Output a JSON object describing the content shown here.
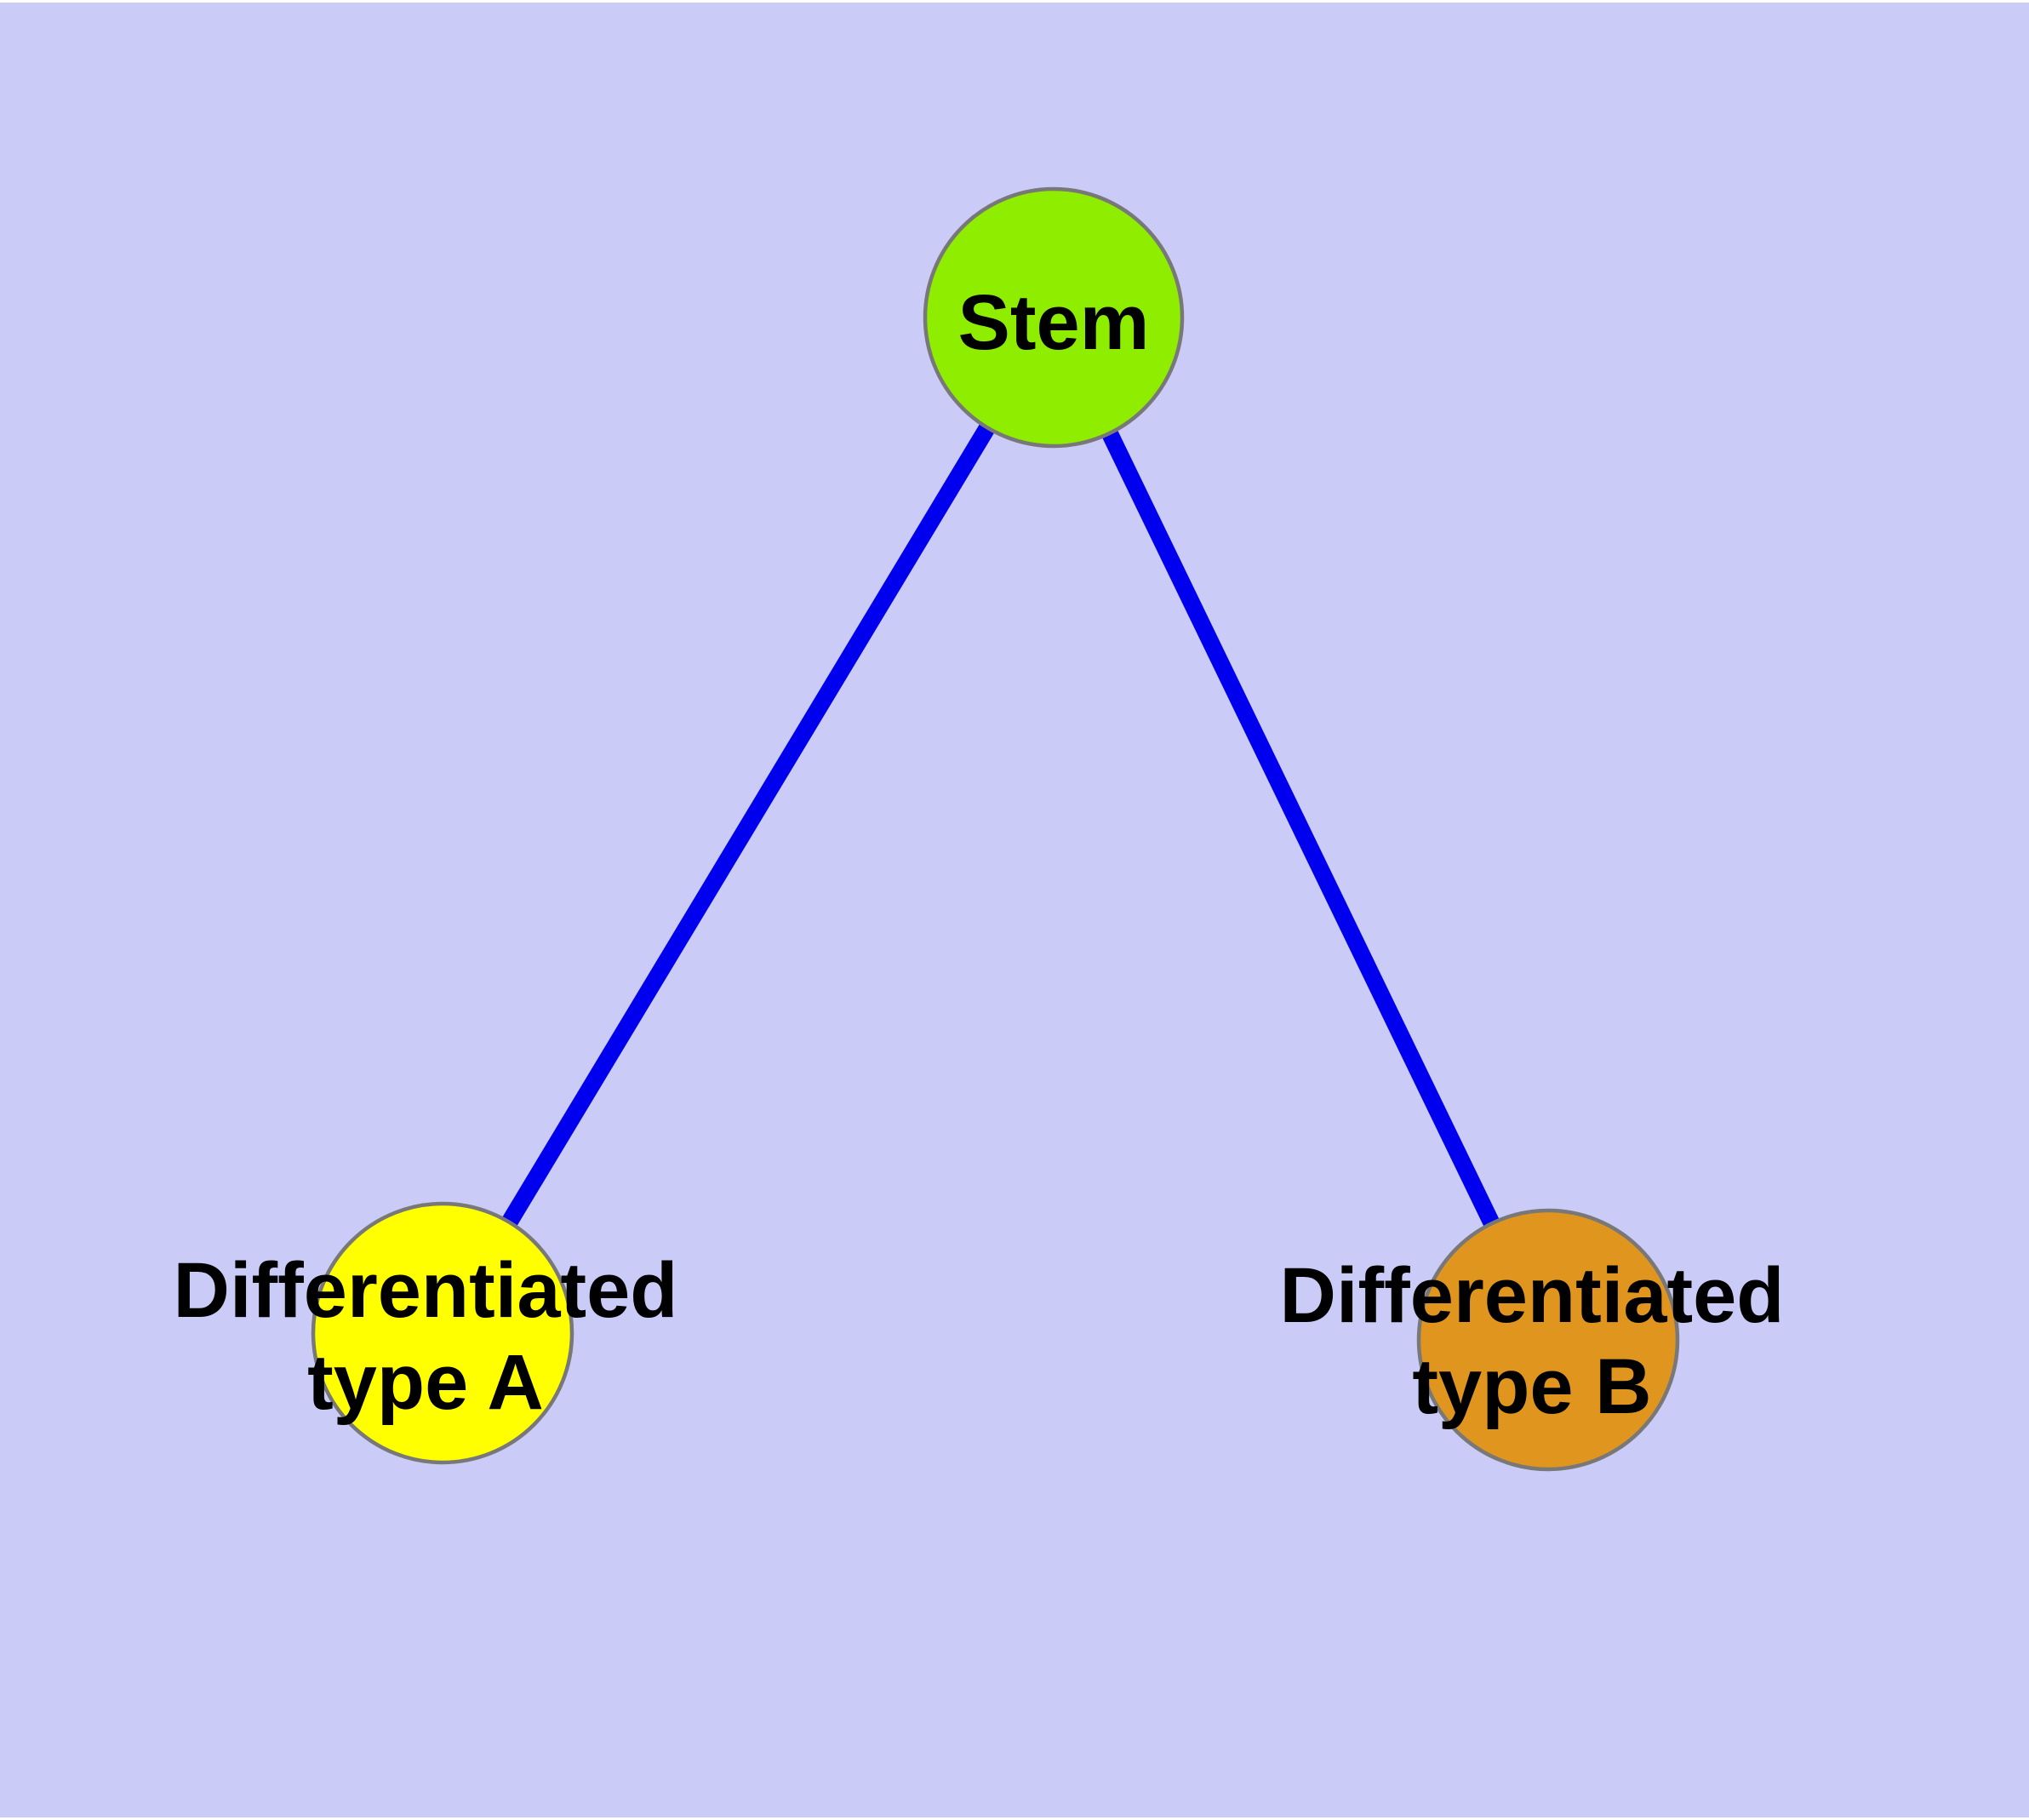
{
  "diagram": {
    "background_color": "#cbcbf7",
    "frame_color": "#ffffff",
    "text_color": "#000000",
    "edge_color": "#0000ee",
    "node_border_color": "#787878",
    "nodes": [
      {
        "id": "stem",
        "label": "Stem",
        "color": "#8fee00"
      },
      {
        "id": "diff-a",
        "label_line1": "Differentiated",
        "label_line2": "type A",
        "color": "#ffff00"
      },
      {
        "id": "diff-b",
        "label_line1": "Differentiated",
        "label_line2": "type B",
        "color": "#e0951e"
      }
    ],
    "edges": [
      {
        "from": "stem",
        "to": "diff-a"
      },
      {
        "from": "stem",
        "to": "diff-b"
      }
    ]
  }
}
